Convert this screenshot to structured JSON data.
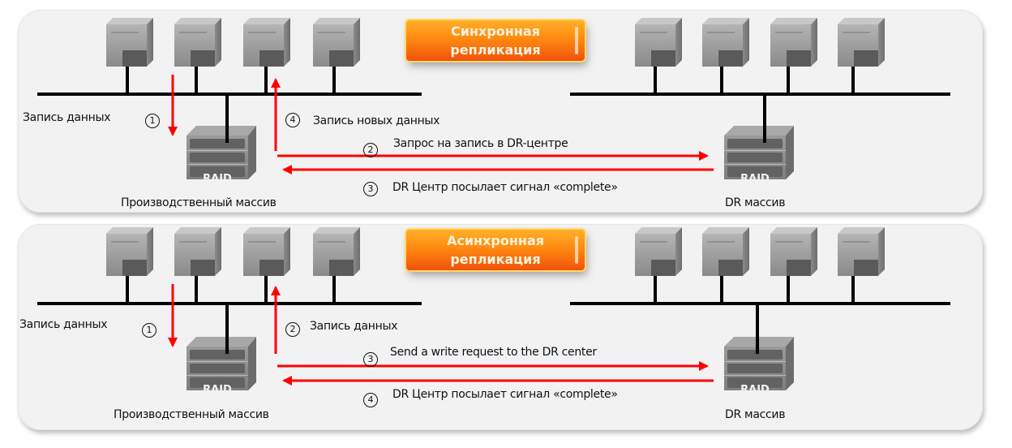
{
  "sync": {
    "title_line1": "Синхронная",
    "title_line2": "репликация",
    "host_write_label": "Запись данных",
    "step1": "①",
    "step4_num": "④",
    "step4_label": "Запись новых данных",
    "step2_num": "②",
    "step2_label": "Запрос на запись в DR-центре",
    "step3_num": "③",
    "step3_label": "DR Центр посылает сигнал «complete»",
    "production_array": "Производственный массив",
    "dr_array": "DR массив",
    "raid_label": "RAID"
  },
  "async": {
    "title_line1": "Асинхронная",
    "title_line2": "репликация",
    "host_write_label": "Запись данных",
    "step1": "①",
    "step2_num": "②",
    "step2_label": "Запись данных",
    "step3_num": "③",
    "step3_label": "Send a write request to the DR center",
    "step4_num": "④",
    "step4_label": "DR Центр посылает сигнал «complete»",
    "production_array": "Производственный массив",
    "dr_array": "DR массив",
    "raid_label": "RAID"
  },
  "colors": {
    "arrow": "#ff0000",
    "badge": "#ff7a10",
    "bus": "#000000",
    "server": "#8c8c8c"
  }
}
